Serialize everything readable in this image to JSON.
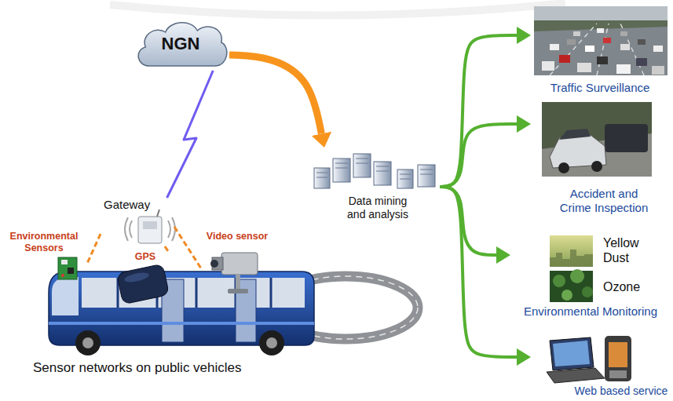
{
  "diagram": {
    "nodes": [
      {
        "text": [
          "NGN"
        ]
      },
      {
        "text": [
          "Gateway"
        ]
      },
      {
        "text": [
          "Environmental Sensors"
        ]
      },
      {
        "text": [
          "Video sensor"
        ]
      },
      {
        "text": [
          "GPS"
        ]
      },
      {
        "text": [
          "Data mining and analysis"
        ]
      },
      {
        "text": [
          "Traffic Surveillance"
        ]
      },
      {
        "text": [
          "Accident and Crime Inspection"
        ]
      },
      {
        "text": [
          "Environmental Monitoring"
        ]
      },
      {
        "text": [
          "Yellow Dust"
        ],
        "in": 8
      },
      {
        "text": [
          "Ozone"
        ],
        "in": 8
      },
      {
        "text": [
          "Web based service"
        ]
      }
    ],
    "edges": [
      {
        "from": 1,
        "to": 0,
        "arrow": "none"
      },
      {
        "from": 0,
        "to": 5,
        "arrow": "to"
      },
      {
        "from": 1,
        "to": 2,
        "arrow": "none"
      },
      {
        "from": 1,
        "to": 4,
        "arrow": "none"
      },
      {
        "from": 1,
        "to": 3,
        "arrow": "none"
      },
      {
        "from": 5,
        "to": 6,
        "arrow": "to"
      },
      {
        "from": 5,
        "to": 7,
        "arrow": "to"
      },
      {
        "from": 5,
        "to": 8,
        "arrow": "to"
      },
      {
        "from": 5,
        "to": 11,
        "arrow": "to"
      }
    ],
    "labels": [
      "Sensor networks on public vehicles"
    ]
  }
}
